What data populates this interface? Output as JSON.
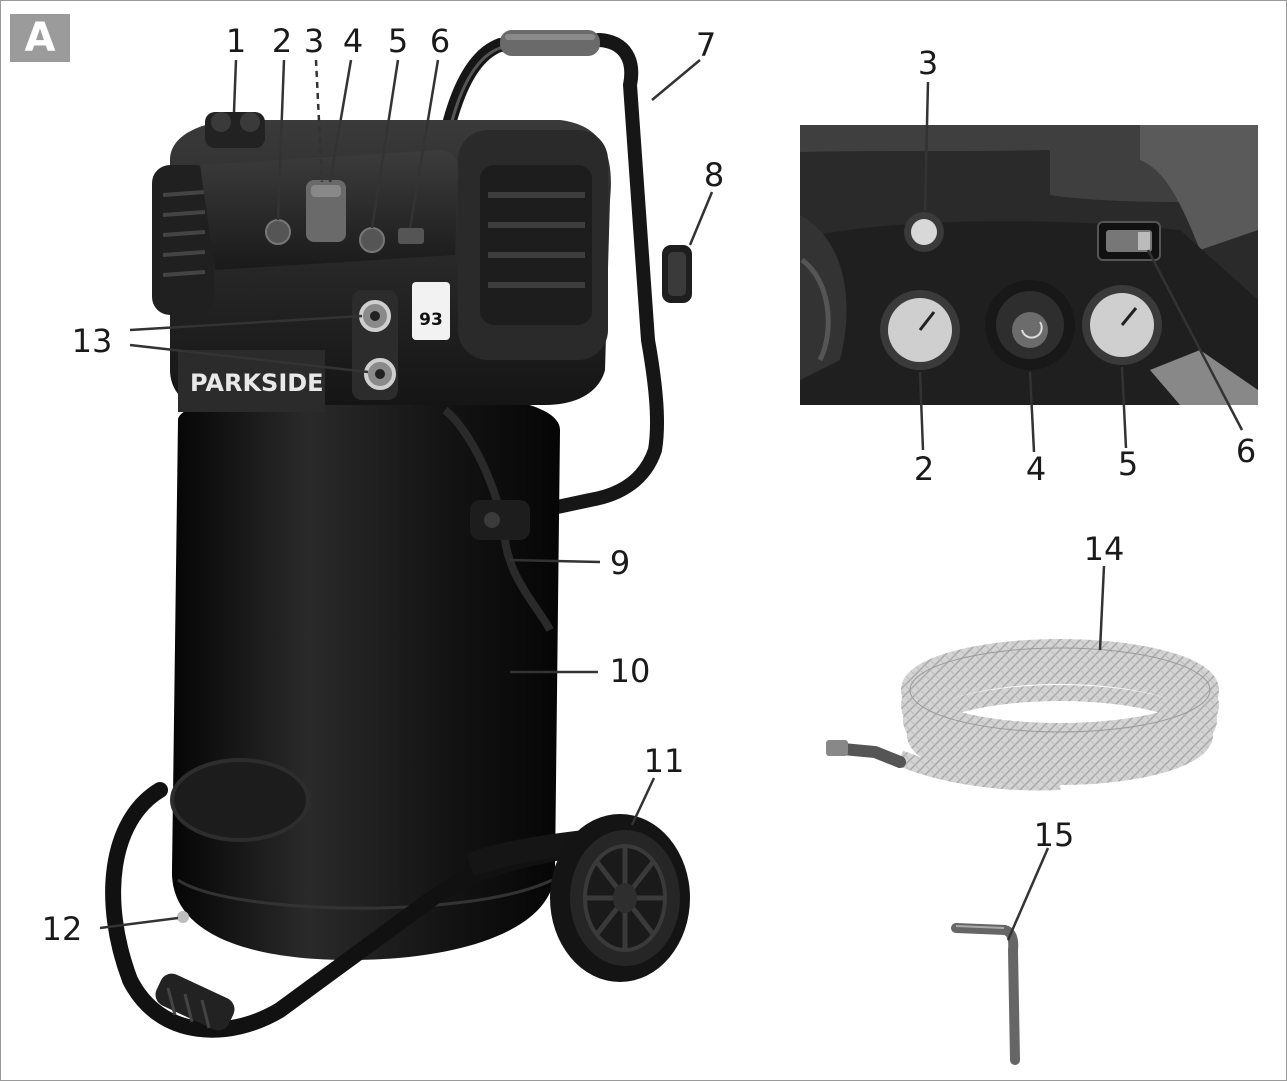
{
  "figure": {
    "badge": "A"
  },
  "brand": {
    "logo_text": "PARKSIDE",
    "noise_label": "93"
  },
  "callouts": {
    "c1": "1",
    "c2": "2",
    "c3": "3",
    "c4": "4",
    "c5": "5",
    "c6": "6",
    "c7": "7",
    "c8": "8",
    "c9": "9",
    "c10": "10",
    "c11": "11",
    "c12": "12",
    "c13": "13",
    "c14": "14",
    "c15": "15"
  },
  "detail_callouts": {
    "d3": "3",
    "d2": "2",
    "d4": "4",
    "d5": "5",
    "d6": "6"
  },
  "colors": {
    "body": "#1f1f1f",
    "tank": "#111111",
    "handle_grip": "#6a6a6a",
    "hose": "#c9c9c9",
    "frame": "#9a9a9a",
    "badge": "#9b9b9b"
  }
}
